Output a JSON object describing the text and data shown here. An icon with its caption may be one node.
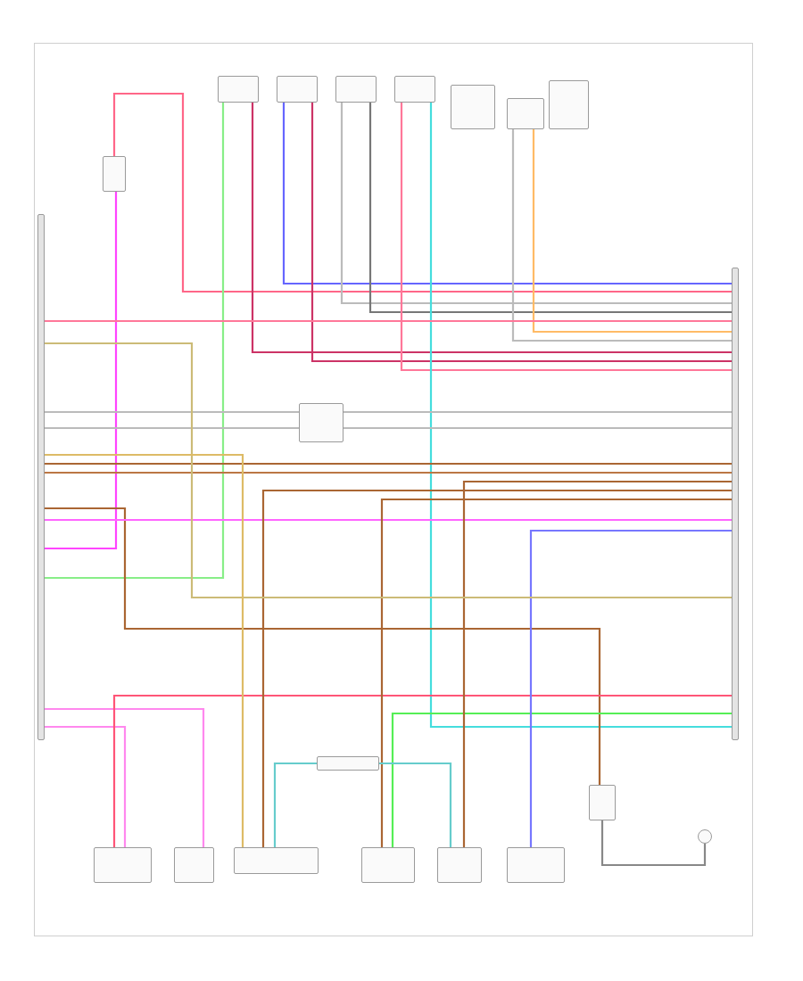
{
  "diagram": {
    "nodes": [
      {
        "text": [],
        "shape": "bar"
      },
      {
        "text": [],
        "shape": "bar"
      },
      {
        "text": [],
        "shape": "box"
      },
      {
        "text": [],
        "shape": "box"
      },
      {
        "text": [],
        "shape": "box"
      },
      {
        "text": [],
        "shape": "box"
      },
      {
        "text": [],
        "shape": "box"
      },
      {
        "text": [],
        "shape": "box"
      },
      {
        "text": [],
        "shape": "box"
      },
      {
        "text": [],
        "shape": "box"
      },
      {
        "text": [],
        "shape": "box"
      },
      {
        "text": [],
        "shape": "box"
      },
      {
        "text": [],
        "shape": "box"
      },
      {
        "text": [],
        "shape": "box"
      },
      {
        "text": [],
        "shape": "box"
      },
      {
        "text": [],
        "shape": "box"
      },
      {
        "text": [],
        "shape": "box"
      },
      {
        "text": [],
        "shape": "box"
      },
      {
        "text": [],
        "shape": "circle"
      },
      {
        "text": [],
        "shape": "box"
      }
    ],
    "edges": [
      {
        "from": 2,
        "to": 1,
        "arrow": "none",
        "color": "#ff6688"
      },
      {
        "from": 2,
        "to": 0,
        "arrow": "none",
        "color": "#ff44ff"
      },
      {
        "from": 3,
        "to": 0,
        "arrow": "none",
        "color": "#88ee88"
      },
      {
        "from": 3,
        "to": 1,
        "arrow": "none",
        "color": "#cc3366"
      },
      {
        "from": 4,
        "to": 1,
        "arrow": "none",
        "color": "#6666ff"
      },
      {
        "from": 4,
        "to": 1,
        "arrow": "none",
        "color": "#cc3366"
      },
      {
        "from": 5,
        "to": 1,
        "arrow": "none"
      },
      {
        "from": 5,
        "to": 1,
        "arrow": "none",
        "color": "#777777"
      },
      {
        "from": 6,
        "to": 1,
        "arrow": "none",
        "color": "#ff7799"
      },
      {
        "from": 6,
        "to": 1,
        "arrow": "none",
        "color": "#44dddd"
      },
      {
        "from": 8,
        "to": 1,
        "arrow": "none"
      },
      {
        "from": 8,
        "to": 1,
        "arrow": "none",
        "color": "#ffbb66"
      },
      {
        "from": 0,
        "to": 1,
        "arrow": "none",
        "color": "#ff7799"
      },
      {
        "from": 0,
        "to": 10,
        "arrow": "none"
      },
      {
        "from": 10,
        "to": 1,
        "arrow": "none"
      },
      {
        "from": 0,
        "to": 10,
        "arrow": "none"
      },
      {
        "from": 10,
        "to": 1,
        "arrow": "none"
      },
      {
        "from": 0,
        "to": 1,
        "arrow": "none",
        "color": "#aa6633"
      },
      {
        "from": 0,
        "to": 1,
        "arrow": "none",
        "color": "#bb7744"
      },
      {
        "from": 0,
        "to": 17,
        "arrow": "none",
        "color": "#aa6633"
      },
      {
        "from": 0,
        "to": 1,
        "arrow": "none",
        "color": "#ff66ff"
      },
      {
        "from": 0,
        "to": 12,
        "arrow": "none",
        "color": "#ff88ee"
      },
      {
        "from": 0,
        "to": 11,
        "arrow": "none",
        "color": "#ff88ee"
      },
      {
        "from": 1,
        "to": 11,
        "arrow": "none",
        "color": "#ff5577"
      },
      {
        "from": 1,
        "to": 14,
        "arrow": "none",
        "color": "#55ee55"
      },
      {
        "from": 1,
        "to": 16,
        "arrow": "none",
        "color": "#7777ff"
      },
      {
        "from": 1,
        "to": 13,
        "arrow": "none",
        "color": "#aa6633"
      },
      {
        "from": 1,
        "to": 14,
        "arrow": "none",
        "color": "#aa6633"
      },
      {
        "from": 1,
        "to": 15,
        "arrow": "none",
        "color": "#aa6633"
      },
      {
        "from": 0,
        "to": 1,
        "arrow": "none",
        "color": "#ccbb77"
      },
      {
        "from": 0,
        "to": 13,
        "arrow": "none",
        "color": "#ddbb66"
      },
      {
        "from": 17,
        "to": 18,
        "arrow": "none",
        "color": "#888888"
      },
      {
        "from": 13,
        "to": 19,
        "arrow": "none",
        "color": "#66cccc"
      },
      {
        "from": 19,
        "to": 15,
        "arrow": "none",
        "color": "#66cccc"
      }
    ]
  }
}
